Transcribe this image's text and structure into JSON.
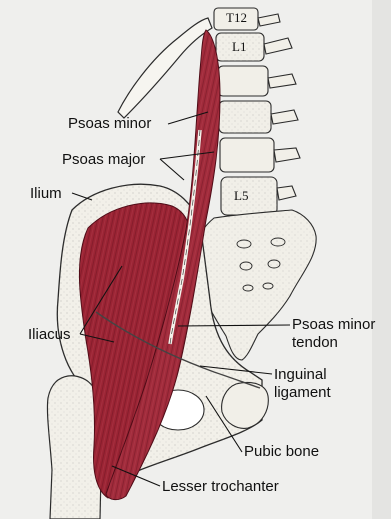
{
  "figure": {
    "labels": {
      "psoas_minor": "Psoas minor",
      "psoas_major": "Psoas major",
      "ilium": "Ilium",
      "iliacus": "Iliacus",
      "psoas_minor_tendon_line1": "Psoas minor",
      "psoas_minor_tendon_line2": "tendon",
      "inguinal_line1": "Inguinal",
      "inguinal_line2": "ligament",
      "pubic_bone": "Pubic bone",
      "lesser_trochanter": "Lesser trochanter"
    },
    "vertebra_labels": {
      "t12": "T12",
      "l1": "L1",
      "l5": "L5"
    },
    "colors": {
      "muscle": "#9b2434",
      "muscle_dark": "#6e1422",
      "bone": "#f3f1ea",
      "bone_outline": "#2b2b2b",
      "page": "#efefed"
    }
  }
}
